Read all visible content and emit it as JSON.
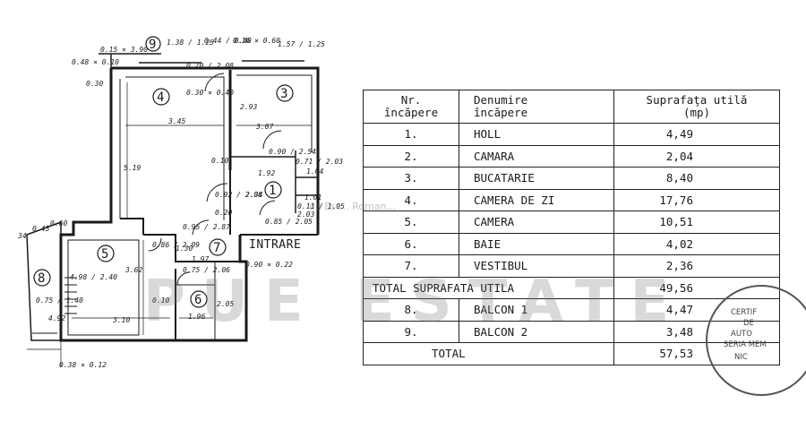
{
  "plan": {
    "room_numbers": [
      "1",
      "3",
      "4",
      "5",
      "6",
      "7",
      "8",
      "9"
    ],
    "entry_label": "INTRARE",
    "dimensions": {
      "top_left": "0.15 × 3.90",
      "top_mid": "1.38 / 1.25",
      "top_44": "0.44 / 0.48",
      "top_right": "0.16 × 0.60",
      "top_far_right": "1.57 / 1.25",
      "left_wall": "0.48 × 0.10",
      "left_030": "0.30",
      "w_070_208": "0.70 / 2.08",
      "w_030_040": "0.30 × 0.40",
      "r4_width": "3.45",
      "r4_height": "5.19",
      "r3_293": "2.93",
      "r3_307": "3.07",
      "d_090_254": "0.90 / 2.54",
      "d_010": "0.10",
      "d_192": "1.92",
      "d_071_203": "0.71 / 2.03",
      "d_104": "1.04",
      "d_092_208": "0.92 / 2.08",
      "d_234": "2.34",
      "d_101": "1.01",
      "d_011_105": "0.11 / 1.05",
      "d_203b": "2.03",
      "d_020": "0.20",
      "d_085_205": "0.85 / 2.05",
      "d_095_287": "0.95 / 2.87",
      "d_090_022": "0.90 × 0.22",
      "d_34": "34",
      "d_045": "0.45",
      "d_060": "0.60",
      "d_086_209": "0.86 / 2.09",
      "d_130": "1.30",
      "d_197": "1.97",
      "d_362": "3.62",
      "d_075_206": "0.75 / 2.06",
      "d_010b": "0.10",
      "d_196": "1.96",
      "d_205": "2.05",
      "d_310": "3.10",
      "d_498_240": "4.98 / 2.40",
      "d_075_140": "0.75 / 1.40",
      "d_492": "4.92",
      "d_bottom": "0.38 × 0.12"
    }
  },
  "table": {
    "headers": {
      "nr": [
        "Nr.",
        "încăpere"
      ],
      "name": [
        "Denumire",
        "încăpere"
      ],
      "area": [
        "Suprafaţa utilă",
        "(mp)"
      ]
    },
    "rows": [
      {
        "nr": "1.",
        "name": "HOLL",
        "area": "4,49"
      },
      {
        "nr": "2.",
        "name": "CAMARA",
        "area": "2,04"
      },
      {
        "nr": "3.",
        "name": "BUCATARIE",
        "area": "8,40"
      },
      {
        "nr": "4.",
        "name": "CAMERA DE ZI",
        "area": "17,76"
      },
      {
        "nr": "5.",
        "name": "CAMERA",
        "area": "10,51"
      },
      {
        "nr": "6.",
        "name": "BAIE",
        "area": "4,02"
      },
      {
        "nr": "7.",
        "name": "VESTIBUL",
        "area": "2,36"
      }
    ],
    "total_util": {
      "label": "TOTAL SUPRAFATA UTILA",
      "area": "49,56"
    },
    "balcony_rows": [
      {
        "nr": "8.",
        "name": "BALCON 1",
        "area": "4,47"
      },
      {
        "nr": "9.",
        "name": "BALCON 2",
        "area": "3,48"
      }
    ],
    "grand_total": {
      "label": "TOTAL",
      "area": "57,53"
    }
  },
  "watermark": {
    "large": "PUE ESTATE",
    "small": "de Est... Roman..."
  },
  "stamp": {
    "lines": [
      "CERTIF",
      "DE",
      "AUTO",
      "SERIA MEM",
      "NIC"
    ]
  }
}
